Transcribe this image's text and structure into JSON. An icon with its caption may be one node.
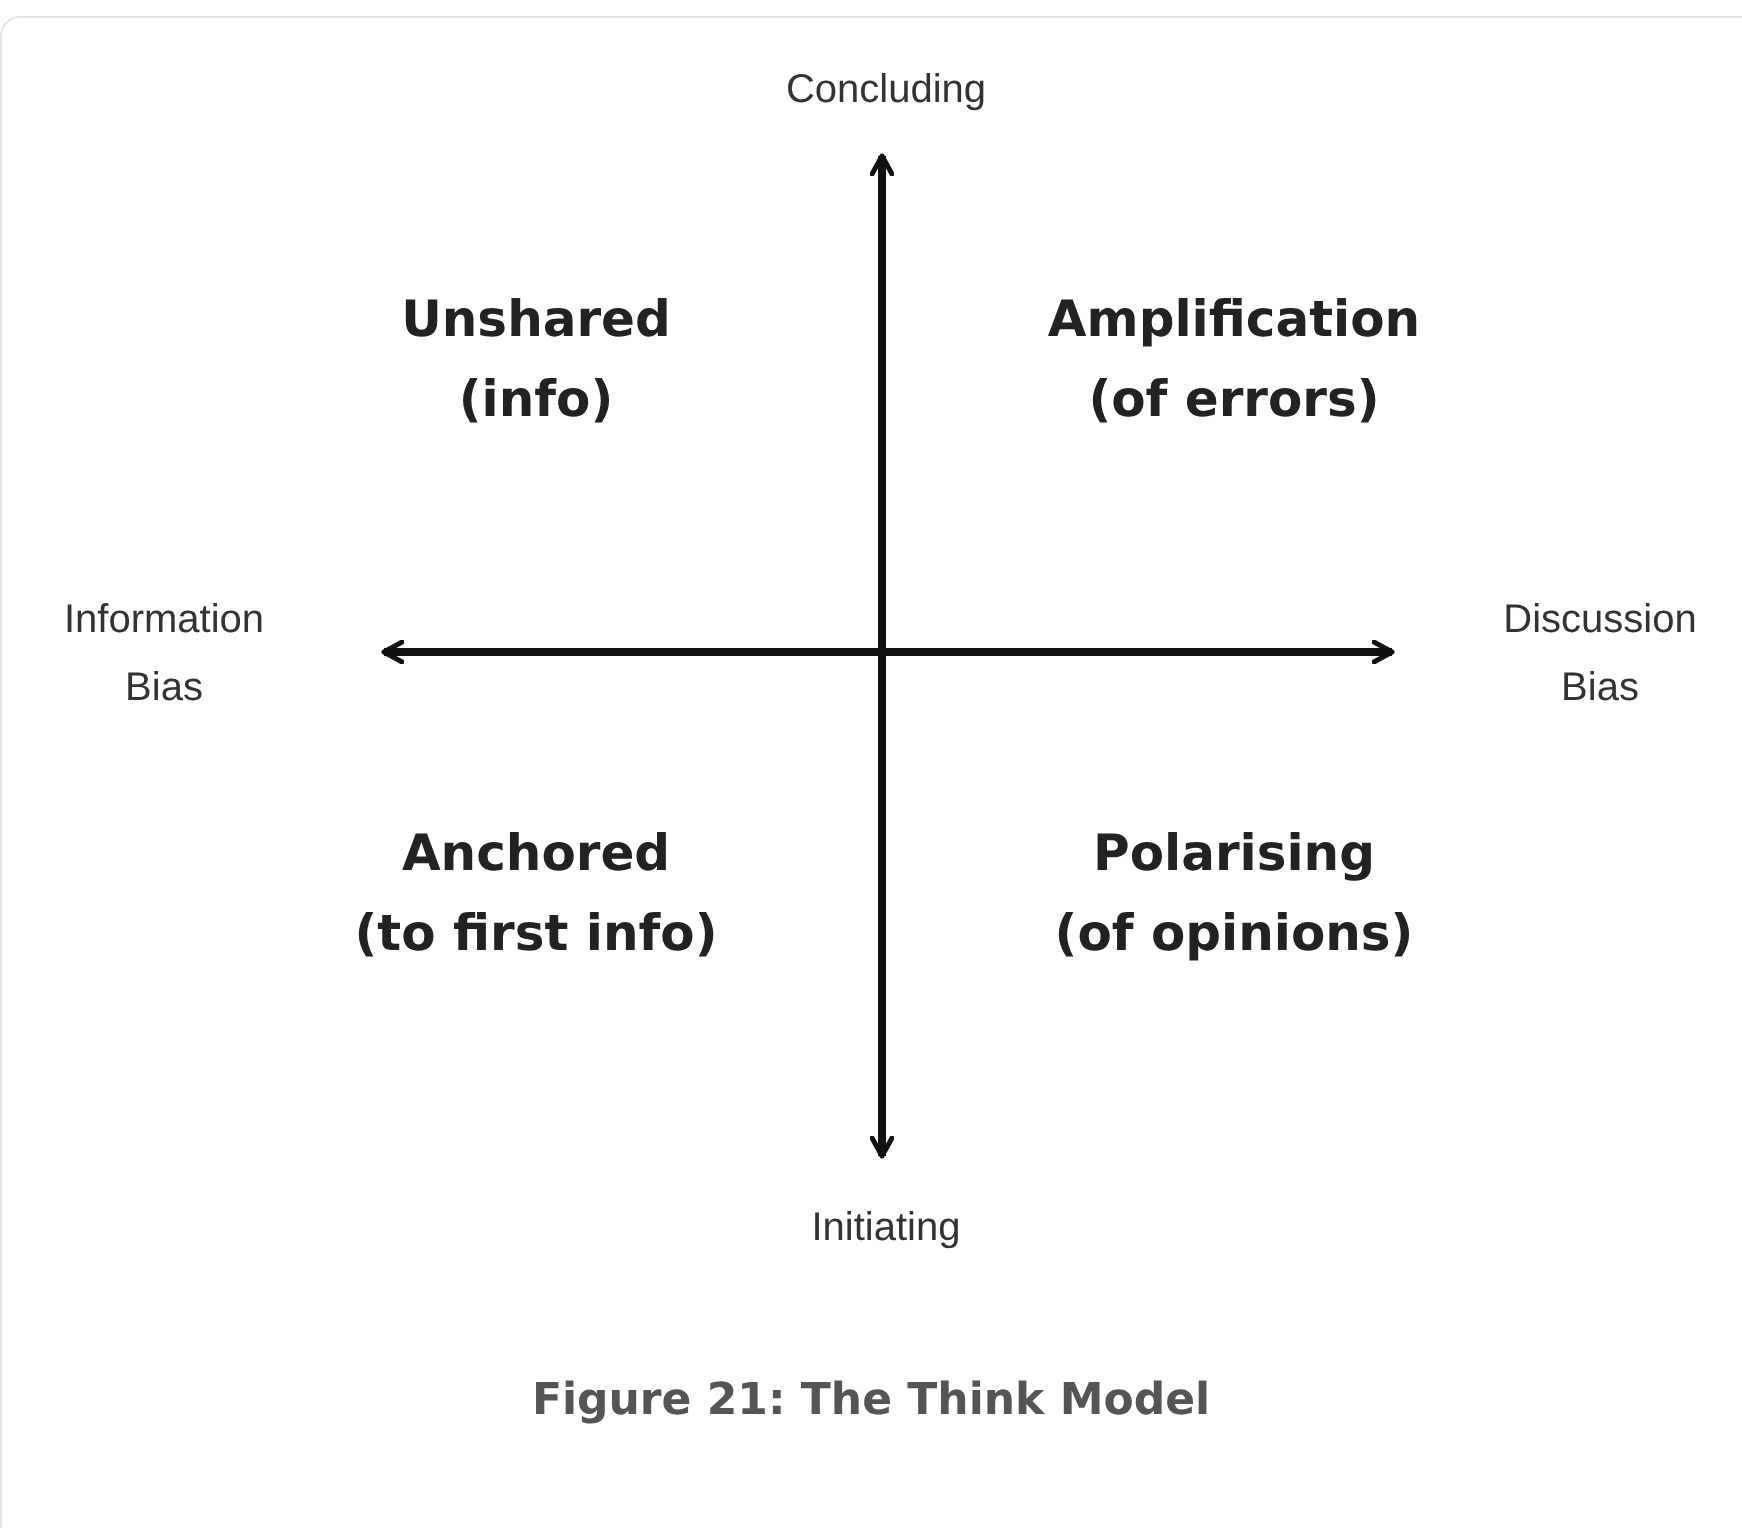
{
  "diagram": {
    "caption": "Figure 21: The Think Model",
    "labels": [
      "Concluding",
      "Unshared (info)",
      "Amplification (of errors)",
      "Information Bias",
      "Discussion Bias",
      "Anchored (to first info)",
      "Polarising (of opinions)",
      "Initiating"
    ]
  }
}
